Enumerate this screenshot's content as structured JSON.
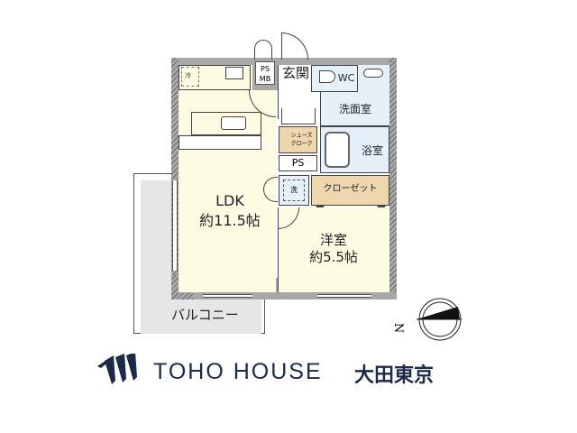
{
  "floor_plan": {
    "rooms": {
      "ldk": {
        "name": "LDK",
        "size": "約11.5帖"
      },
      "western": {
        "name": "洋室",
        "size": "約5.5帖"
      },
      "entrance": {
        "name": "玄関"
      },
      "wc": {
        "name": "WC"
      },
      "washroom": {
        "name": "洗面室"
      },
      "bathroom": {
        "name": "浴室"
      },
      "shoe_closet": {
        "name_line1": "シューズ",
        "name_line2": "クローク"
      },
      "closet": {
        "name": "クローゼット"
      },
      "balcony": {
        "name": "バルコニー"
      }
    },
    "fixtures": {
      "ps_mb_line1": "PS",
      "ps_mb_line2": "MB",
      "ps": "PS",
      "washer": "洗",
      "fridge": "冷"
    },
    "compass": {
      "north_label": "N"
    },
    "colors": {
      "ldk_fill": "#fdfbe2",
      "wet_area_fill": "#e6f0f8",
      "closet_fill": "#eed7ae",
      "wall": "#a8a8a8",
      "balcony_fill": "#e6e6e8"
    }
  },
  "brand": {
    "name": "TOHO HOUSE",
    "branch": "大田東京",
    "color": "#1b2a4a"
  }
}
